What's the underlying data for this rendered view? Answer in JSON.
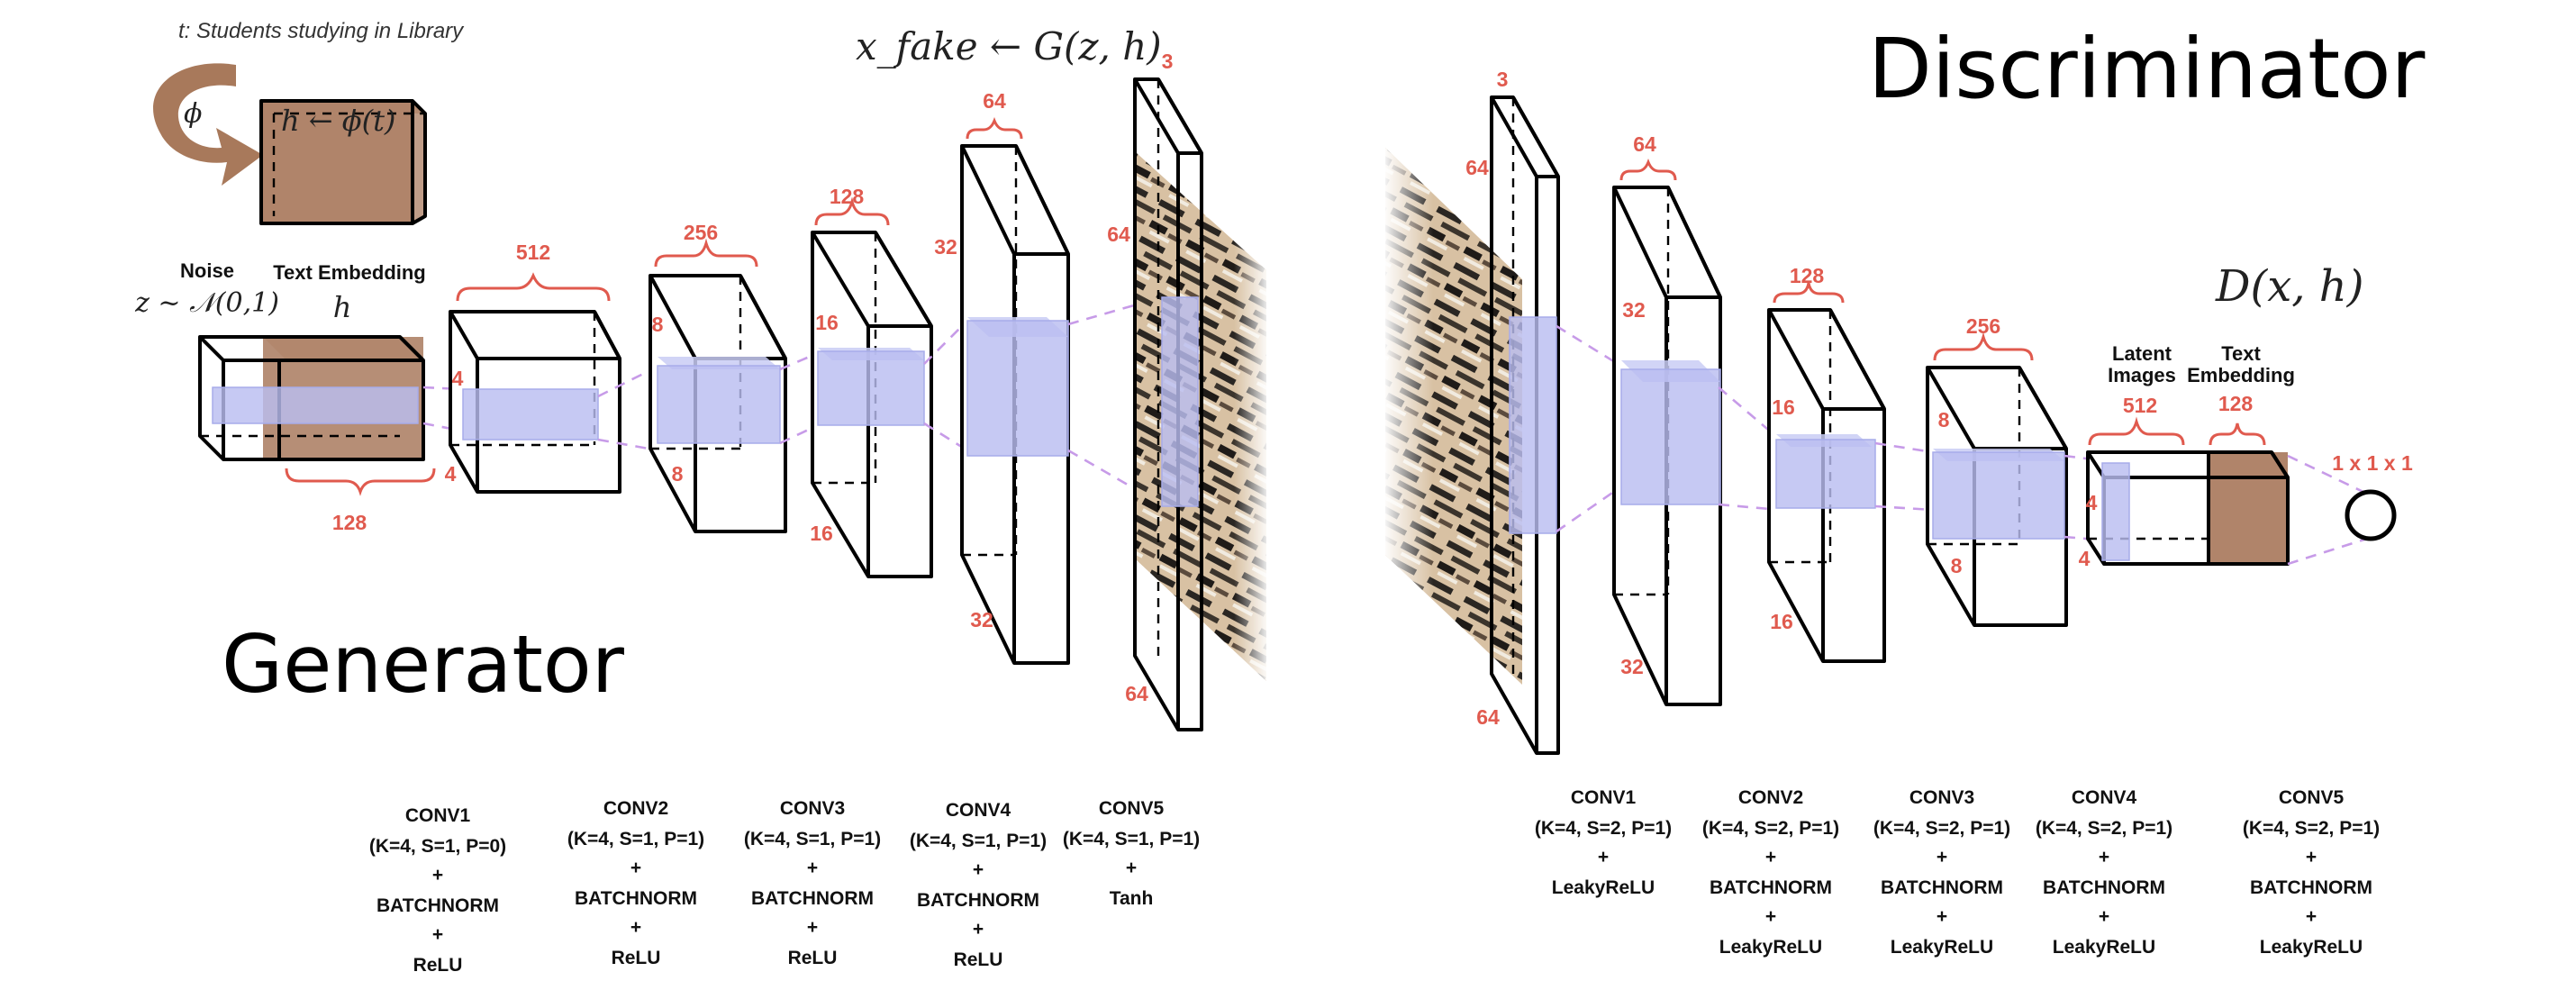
{
  "text_condition": "t: Students studying in Library",
  "phi_symbol": "ϕ",
  "embed_formula": "h ← ϕ(t)",
  "generator": {
    "title": "Generator",
    "output_formula": "x_fake ← G(z, h)",
    "noise_label": "Noise",
    "noise_formula": "z ~ 𝒩(0,1)",
    "embed_label": "Text Embedding",
    "embed_symbol": "h",
    "dims": {
      "embed_width": "128",
      "c1_top": "512",
      "c1_left": "4",
      "c1_bottom": "4",
      "c2_top": "256",
      "c2_left": "8",
      "c2_bottom": "8",
      "c3_top": "128",
      "c3_left": "16",
      "c3_bottom": "16",
      "c4_top": "64",
      "c4_left": "32",
      "c4_bottom": "32",
      "c5_top": "3",
      "c5_left": "64",
      "c5_bottom": "64"
    },
    "layers": [
      {
        "name": "CONV1",
        "params": "(K=4, S=1, P=0)",
        "plus1": "+",
        "op1": "BATCHNORM",
        "plus2": "+",
        "op2": "ReLU"
      },
      {
        "name": "CONV2",
        "params": "(K=4, S=1, P=1)",
        "plus1": "+",
        "op1": "BATCHNORM",
        "plus2": "+",
        "op2": "ReLU"
      },
      {
        "name": "CONV3",
        "params": "(K=4, S=1, P=1)",
        "plus1": "+",
        "op1": "BATCHNORM",
        "plus2": "+",
        "op2": "ReLU"
      },
      {
        "name": "CONV4",
        "params": "(K=4, S=1, P=1)",
        "plus1": "+",
        "op1": "BATCHNORM",
        "plus2": "+",
        "op2": "ReLU"
      },
      {
        "name": "CONV5",
        "params": "(K=4, S=1, P=1)",
        "plus1": "+",
        "op1": "Tanh"
      }
    ]
  },
  "discriminator": {
    "title": "Discriminator",
    "output_formula": "D(x, h)",
    "latent_label_1": "Latent",
    "latent_label_2": "Images",
    "latent_dim": "512",
    "embed_label_1": "Text",
    "embed_label_2": "Embedding",
    "embed_dim": "128",
    "output_size": "1 x 1 x 1",
    "dims": {
      "in_top": "3",
      "in_left": "64",
      "in_bottom": "64",
      "c1_top": "64",
      "c1_left": "32",
      "c1_bottom": "32",
      "c2_top": "128",
      "c2_left": "16",
      "c2_bottom": "16",
      "c3_top": "256",
      "c3_left": "8",
      "c3_bottom": "8",
      "c4_left": "4",
      "c4_bottom": "4"
    },
    "layers": [
      {
        "name": "CONV1",
        "params": "(K=4, S=2, P=1)",
        "plus1": "+",
        "op1": "LeakyReLU"
      },
      {
        "name": "CONV2",
        "params": "(K=4, S=2, P=1)",
        "plus1": "+",
        "op1": "BATCHNORM",
        "plus2": "+",
        "op2": "LeakyReLU"
      },
      {
        "name": "CONV3",
        "params": "(K=4, S=2, P=1)",
        "plus1": "+",
        "op1": "BATCHNORM",
        "plus2": "+",
        "op2": "LeakyReLU"
      },
      {
        "name": "CONV4",
        "params": "(K=4, S=2, P=1)",
        "plus1": "+",
        "op1": "BATCHNORM",
        "plus2": "+",
        "op2": "LeakyReLU"
      },
      {
        "name": "CONV5",
        "params": "(K=4, S=2, P=1)",
        "plus1": "+",
        "op1": "BATCHNORM",
        "plus2": "+",
        "op2": "LeakyReLU"
      }
    ]
  },
  "colors": {
    "dimension_text": "#e05a4e",
    "embedding_brown": "#b0846a",
    "kernel_lavender": "#b9bdf0",
    "flow_dashes": "#c79be8"
  }
}
